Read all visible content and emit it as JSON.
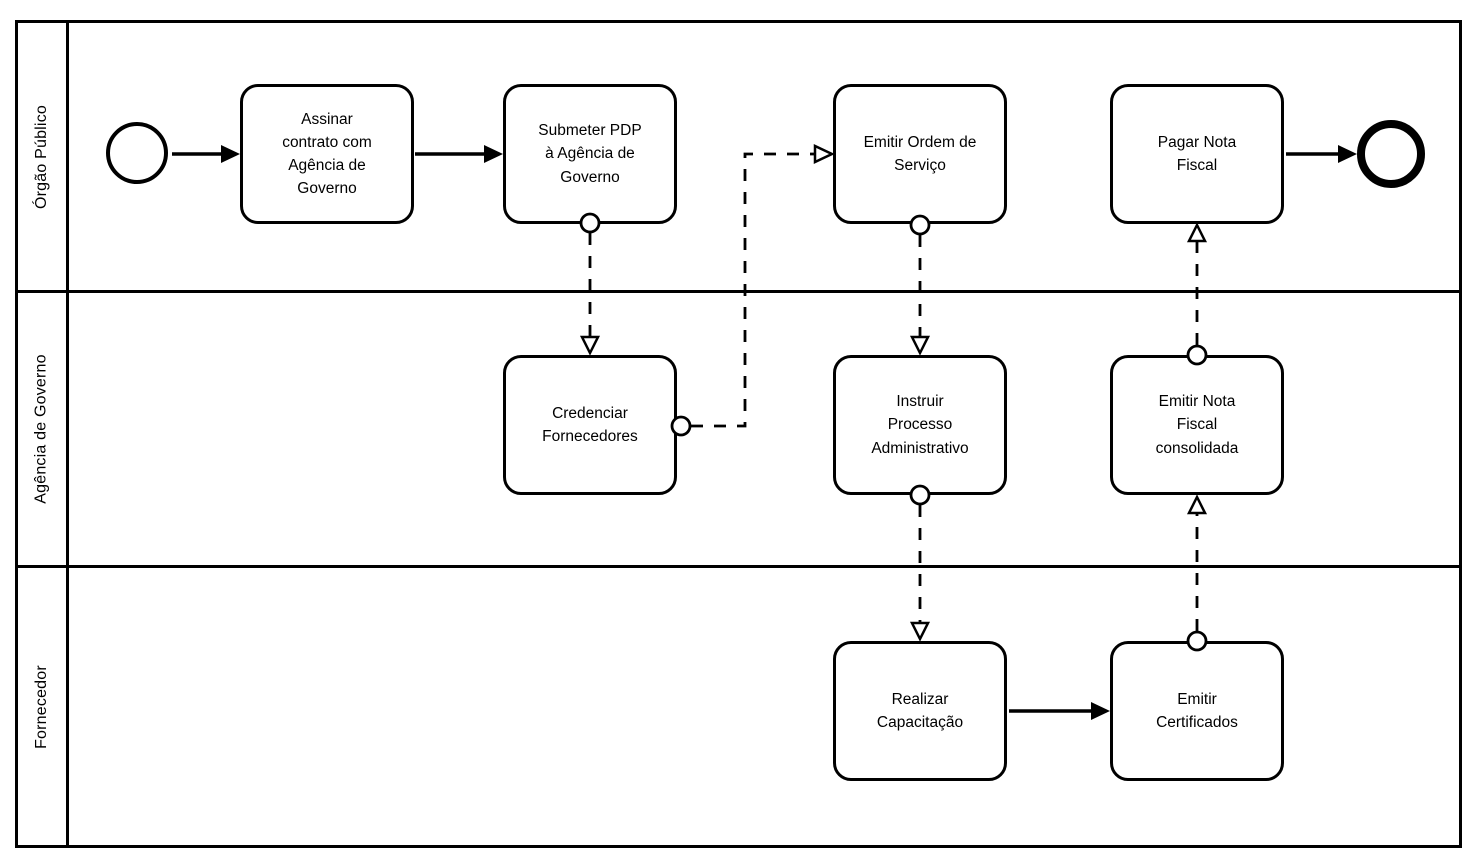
{
  "diagram": {
    "type": "bpmn-swimlane-process",
    "colors": {
      "stroke": "#000000",
      "fill": "#ffffff",
      "background": "#ffffff"
    },
    "lanes": [
      {
        "id": "orgao_publico",
        "label": "Órgão Público"
      },
      {
        "id": "agencia_governo",
        "label": "Agência de Governo"
      },
      {
        "id": "fornecedor",
        "label": "Fornecedor"
      }
    ],
    "events": {
      "start": {
        "kind": "start-event",
        "lane": "orgao_publico"
      },
      "end": {
        "kind": "end-event",
        "lane": "orgao_publico"
      }
    },
    "tasks": {
      "assinar": {
        "lane": "orgao_publico",
        "lines": [
          "Assinar",
          "contrato com",
          "Agência de",
          "Governo"
        ]
      },
      "submeter": {
        "lane": "orgao_publico",
        "lines": [
          "Submeter PDP",
          "à Agência de",
          "Governo"
        ]
      },
      "emitir_ordem": {
        "lane": "orgao_publico",
        "lines": [
          "Emitir Ordem de",
          "Serviço"
        ]
      },
      "pagar": {
        "lane": "orgao_publico",
        "lines": [
          "Pagar Nota",
          "Fiscal"
        ]
      },
      "credenciar": {
        "lane": "agencia_governo",
        "lines": [
          "Credenciar",
          "Fornecedores"
        ]
      },
      "instruir": {
        "lane": "agencia_governo",
        "lines": [
          "Instruir",
          "Processo",
          "Administrativo"
        ]
      },
      "emitir_nota": {
        "lane": "agencia_governo",
        "lines": [
          "Emitir Nota",
          "Fiscal",
          "consolidada"
        ]
      },
      "realizar": {
        "lane": "fornecedor",
        "lines": [
          "Realizar",
          "Capacitação"
        ]
      },
      "certificados": {
        "lane": "fornecedor",
        "lines": [
          "Emitir",
          "Certificados"
        ]
      }
    },
    "sequence_flows": [
      {
        "from": "start",
        "to": "assinar"
      },
      {
        "from": "assinar",
        "to": "submeter"
      },
      {
        "from": "pagar",
        "to": "end"
      },
      {
        "from": "realizar",
        "to": "certificados"
      }
    ],
    "message_flows": [
      {
        "from": "submeter",
        "to": "credenciar"
      },
      {
        "from": "credenciar",
        "to": "emitir_ordem"
      },
      {
        "from": "emitir_ordem",
        "to": "instruir"
      },
      {
        "from": "instruir",
        "to": "realizar"
      },
      {
        "from": "certificados",
        "to": "emitir_nota"
      },
      {
        "from": "emitir_nota",
        "to": "pagar"
      }
    ]
  }
}
